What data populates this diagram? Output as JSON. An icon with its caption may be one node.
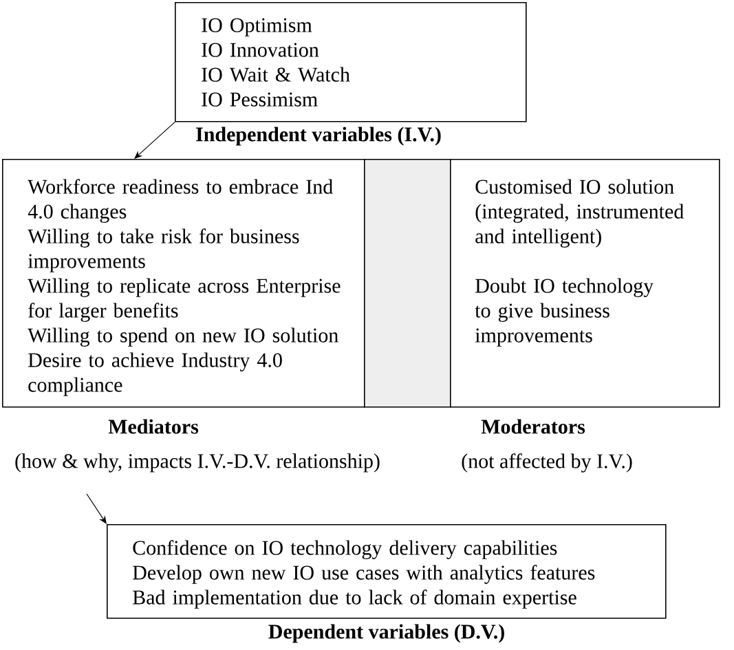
{
  "diagram": {
    "nodes": [
      {
        "text": [
          "IO Optimism",
          "IO Innovation",
          "IO Wait & Watch",
          "IO Pessimism",
          "Independent variables (I.V.)"
        ]
      },
      {
        "text": [
          "Workforce readiness to embrace Ind 4.0 changes",
          "Willing to take risk for business improvements",
          "Willing to replicate across Enterprise for larger benefits",
          "Willing to spend on new IO solution",
          "Desire to achieve Industry 4.0 compliance",
          "Mediators"
        ],
        "beside": [
          "(how & why, impacts  I.V.-D.V. relationship)"
        ]
      },
      {
        "text": [],
        "shape": "box"
      },
      {
        "text": [
          "Customised IO solution (integrated, instrumented and intelligent)",
          "Doubt IO technology to give business improvements",
          "Moderators"
        ],
        "beside": [
          "(not affected by I.V.)"
        ]
      },
      {
        "text": [
          "Confidence on IO technology delivery capabilities",
          "Develop own new IO use cases with analytics features",
          "Bad implementation due to lack of domain expertise",
          "Dependent variables (D.V.)"
        ]
      }
    ],
    "edges": [
      {
        "from": 0,
        "to": 1,
        "arrow": "to"
      },
      {
        "from": null,
        "to": 4,
        "arrow": "to"
      }
    ]
  }
}
